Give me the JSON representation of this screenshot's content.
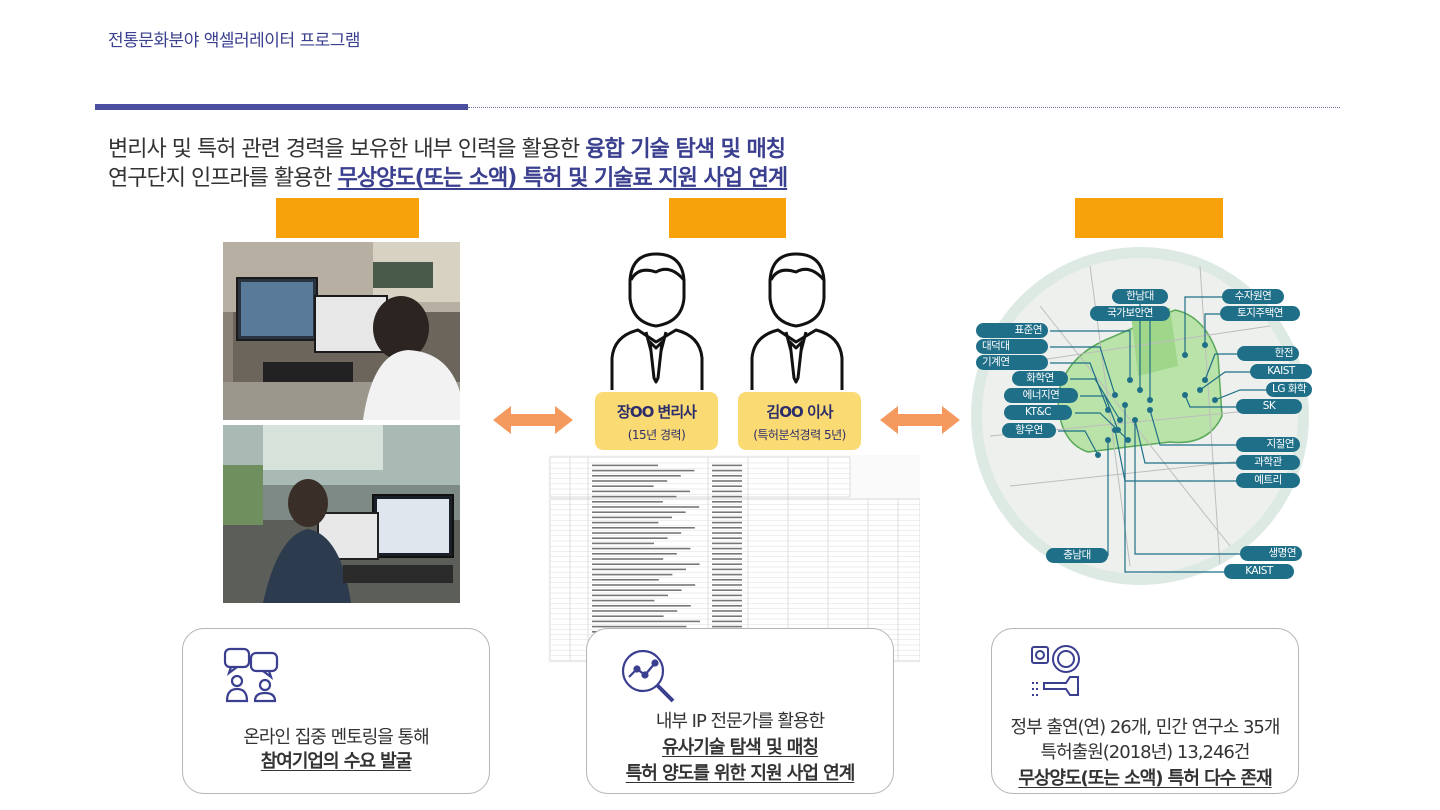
{
  "header": {
    "program_label": "전통문화분야 액셀러레이터 프로그램"
  },
  "headline": {
    "line1_prefix": "변리사 및 특허 관련 경력을 보유한 내부 인력을 활용한 ",
    "line1_highlight": "융합 기술 탐색 및 매칭",
    "line2_prefix": "연구단지 인프라를 활용한 ",
    "line2_highlight": "무상양도(또는 소액) 특허 및 기술료 지원 사업 연계"
  },
  "experts": [
    {
      "name": "장OO 변리사",
      "note": "(15년 경력)"
    },
    {
      "name": "김OO 이사",
      "note": "(특허분석경력 5년)"
    }
  ],
  "map_labels": {
    "left": [
      "표준연",
      "대덕대",
      "기계연",
      "화학연",
      "에너지연",
      "KT&C",
      "항우연"
    ],
    "top": [
      "한남대",
      "국가보안연",
      "수자원연",
      "토지주택연"
    ],
    "right": [
      "한전",
      "KAIST",
      "LG 화학",
      "SK",
      "지질연",
      "과학관",
      "예트리"
    ],
    "bottom": [
      "충남대",
      "생명연",
      "KAIST"
    ]
  },
  "cards": [
    {
      "line1": "온라인 집중 멘토링을 통해",
      "line2": "참여기업의 수요 발굴"
    },
    {
      "line1": "내부 IP 전문가를 활용한",
      "line2": "유사기술 탐색 및 매칭",
      "line3": "특허 양도를 위한 지원 사업 연계"
    },
    {
      "line1": "정부 출연(연) 26개, 민간 연구소 35개",
      "line2": "특허출원(2018년) 13,246건",
      "line3": "무상양도(또는 소액) 특허 다수 존재"
    }
  ],
  "colors": {
    "brand": "#3a3f8f",
    "orange": "#f7a20a",
    "arrow": "#f49a5e",
    "name_box": "#fadb73",
    "map_tag": "#1f6f88"
  },
  "icons": [
    "mentoring-chat-icon",
    "analytics-search-icon",
    "idea-patent-icon"
  ]
}
